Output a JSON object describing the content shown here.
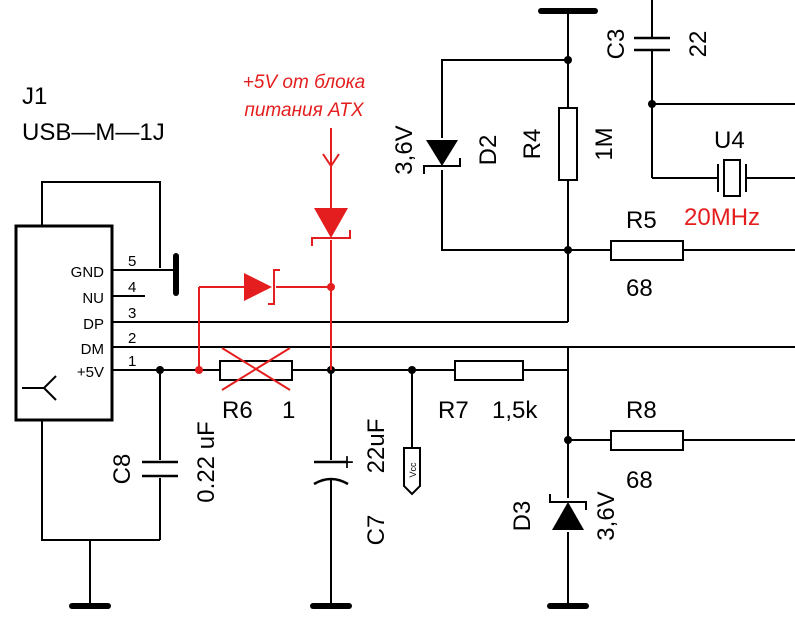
{
  "connector": {
    "ref": "J1",
    "part": "USB—M—1J",
    "pins": [
      {
        "name": "GND",
        "num": "5"
      },
      {
        "name": "NU",
        "num": "4"
      },
      {
        "name": "DP",
        "num": "3"
      },
      {
        "name": "DM",
        "num": "2"
      },
      {
        "name": "+5V",
        "num": "1"
      }
    ]
  },
  "annotation": {
    "line1": "+5V от блока",
    "line2": "питания ATX"
  },
  "components": {
    "c3": {
      "ref": "C3",
      "value": "22"
    },
    "d2": {
      "ref": "D2",
      "value": "3,6V"
    },
    "r4": {
      "ref": "R4",
      "value": "1M"
    },
    "u4": {
      "ref": "U4",
      "value": "20MHz"
    },
    "r5": {
      "ref": "R5",
      "value": "68"
    },
    "r6": {
      "ref": "R6",
      "value": "1"
    },
    "r7": {
      "ref": "R7",
      "value": "1,5k"
    },
    "r8": {
      "ref": "R8",
      "value": "68"
    },
    "c8": {
      "ref": "C8",
      "value": "0.22 uF"
    },
    "c7": {
      "ref": "C7",
      "value": "22uF"
    },
    "d3": {
      "ref": "D3",
      "value": "3,6V"
    },
    "vcc": {
      "label": "Vcc"
    },
    "c7_polarity": "+"
  },
  "colors": {
    "wire": "#000000",
    "modification": "#e41e1e"
  }
}
